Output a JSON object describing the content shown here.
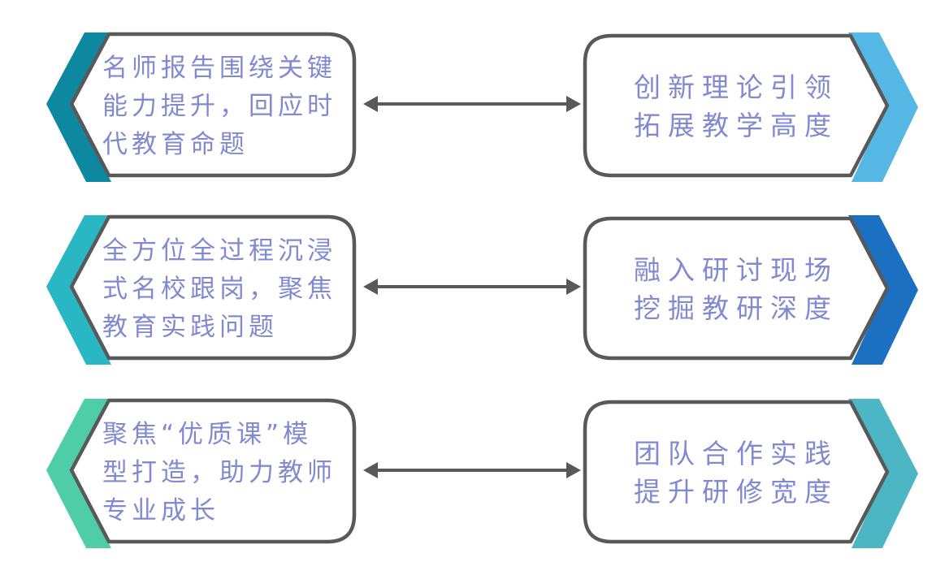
{
  "diagram": {
    "description_colors": {
      "shape_border": "#595959",
      "arrow": "#595959",
      "text": "#8289D0",
      "background": "#FFFFFF"
    },
    "rows": [
      {
        "left": {
          "lines": [
            "名师报告围绕关键",
            "能力提升，回应时",
            "代教育命题"
          ],
          "chevron_color": "#0E87A1"
        },
        "right": {
          "lines": [
            "创新理论引领",
            "拓展教学高度"
          ],
          "chevron_color": "#55B7E3"
        }
      },
      {
        "left": {
          "lines": [
            "全方位全过程沉浸",
            "式名校跟岗，聚焦",
            "教育实践问题"
          ],
          "chevron_color": "#29B7C3"
        },
        "right": {
          "lines": [
            "融入研讨现场",
            "挖掘教研深度"
          ],
          "chevron_color": "#1B70C1"
        }
      },
      {
        "left": {
          "lines": [
            "聚焦“优质课”模",
            "型打造，助力教师",
            "专业成长"
          ],
          "chevron_color": "#4FCDA7"
        },
        "right": {
          "lines": [
            "团队合作实践",
            "提升研修宽度"
          ],
          "chevron_color": "#4CB6C4"
        }
      }
    ]
  }
}
